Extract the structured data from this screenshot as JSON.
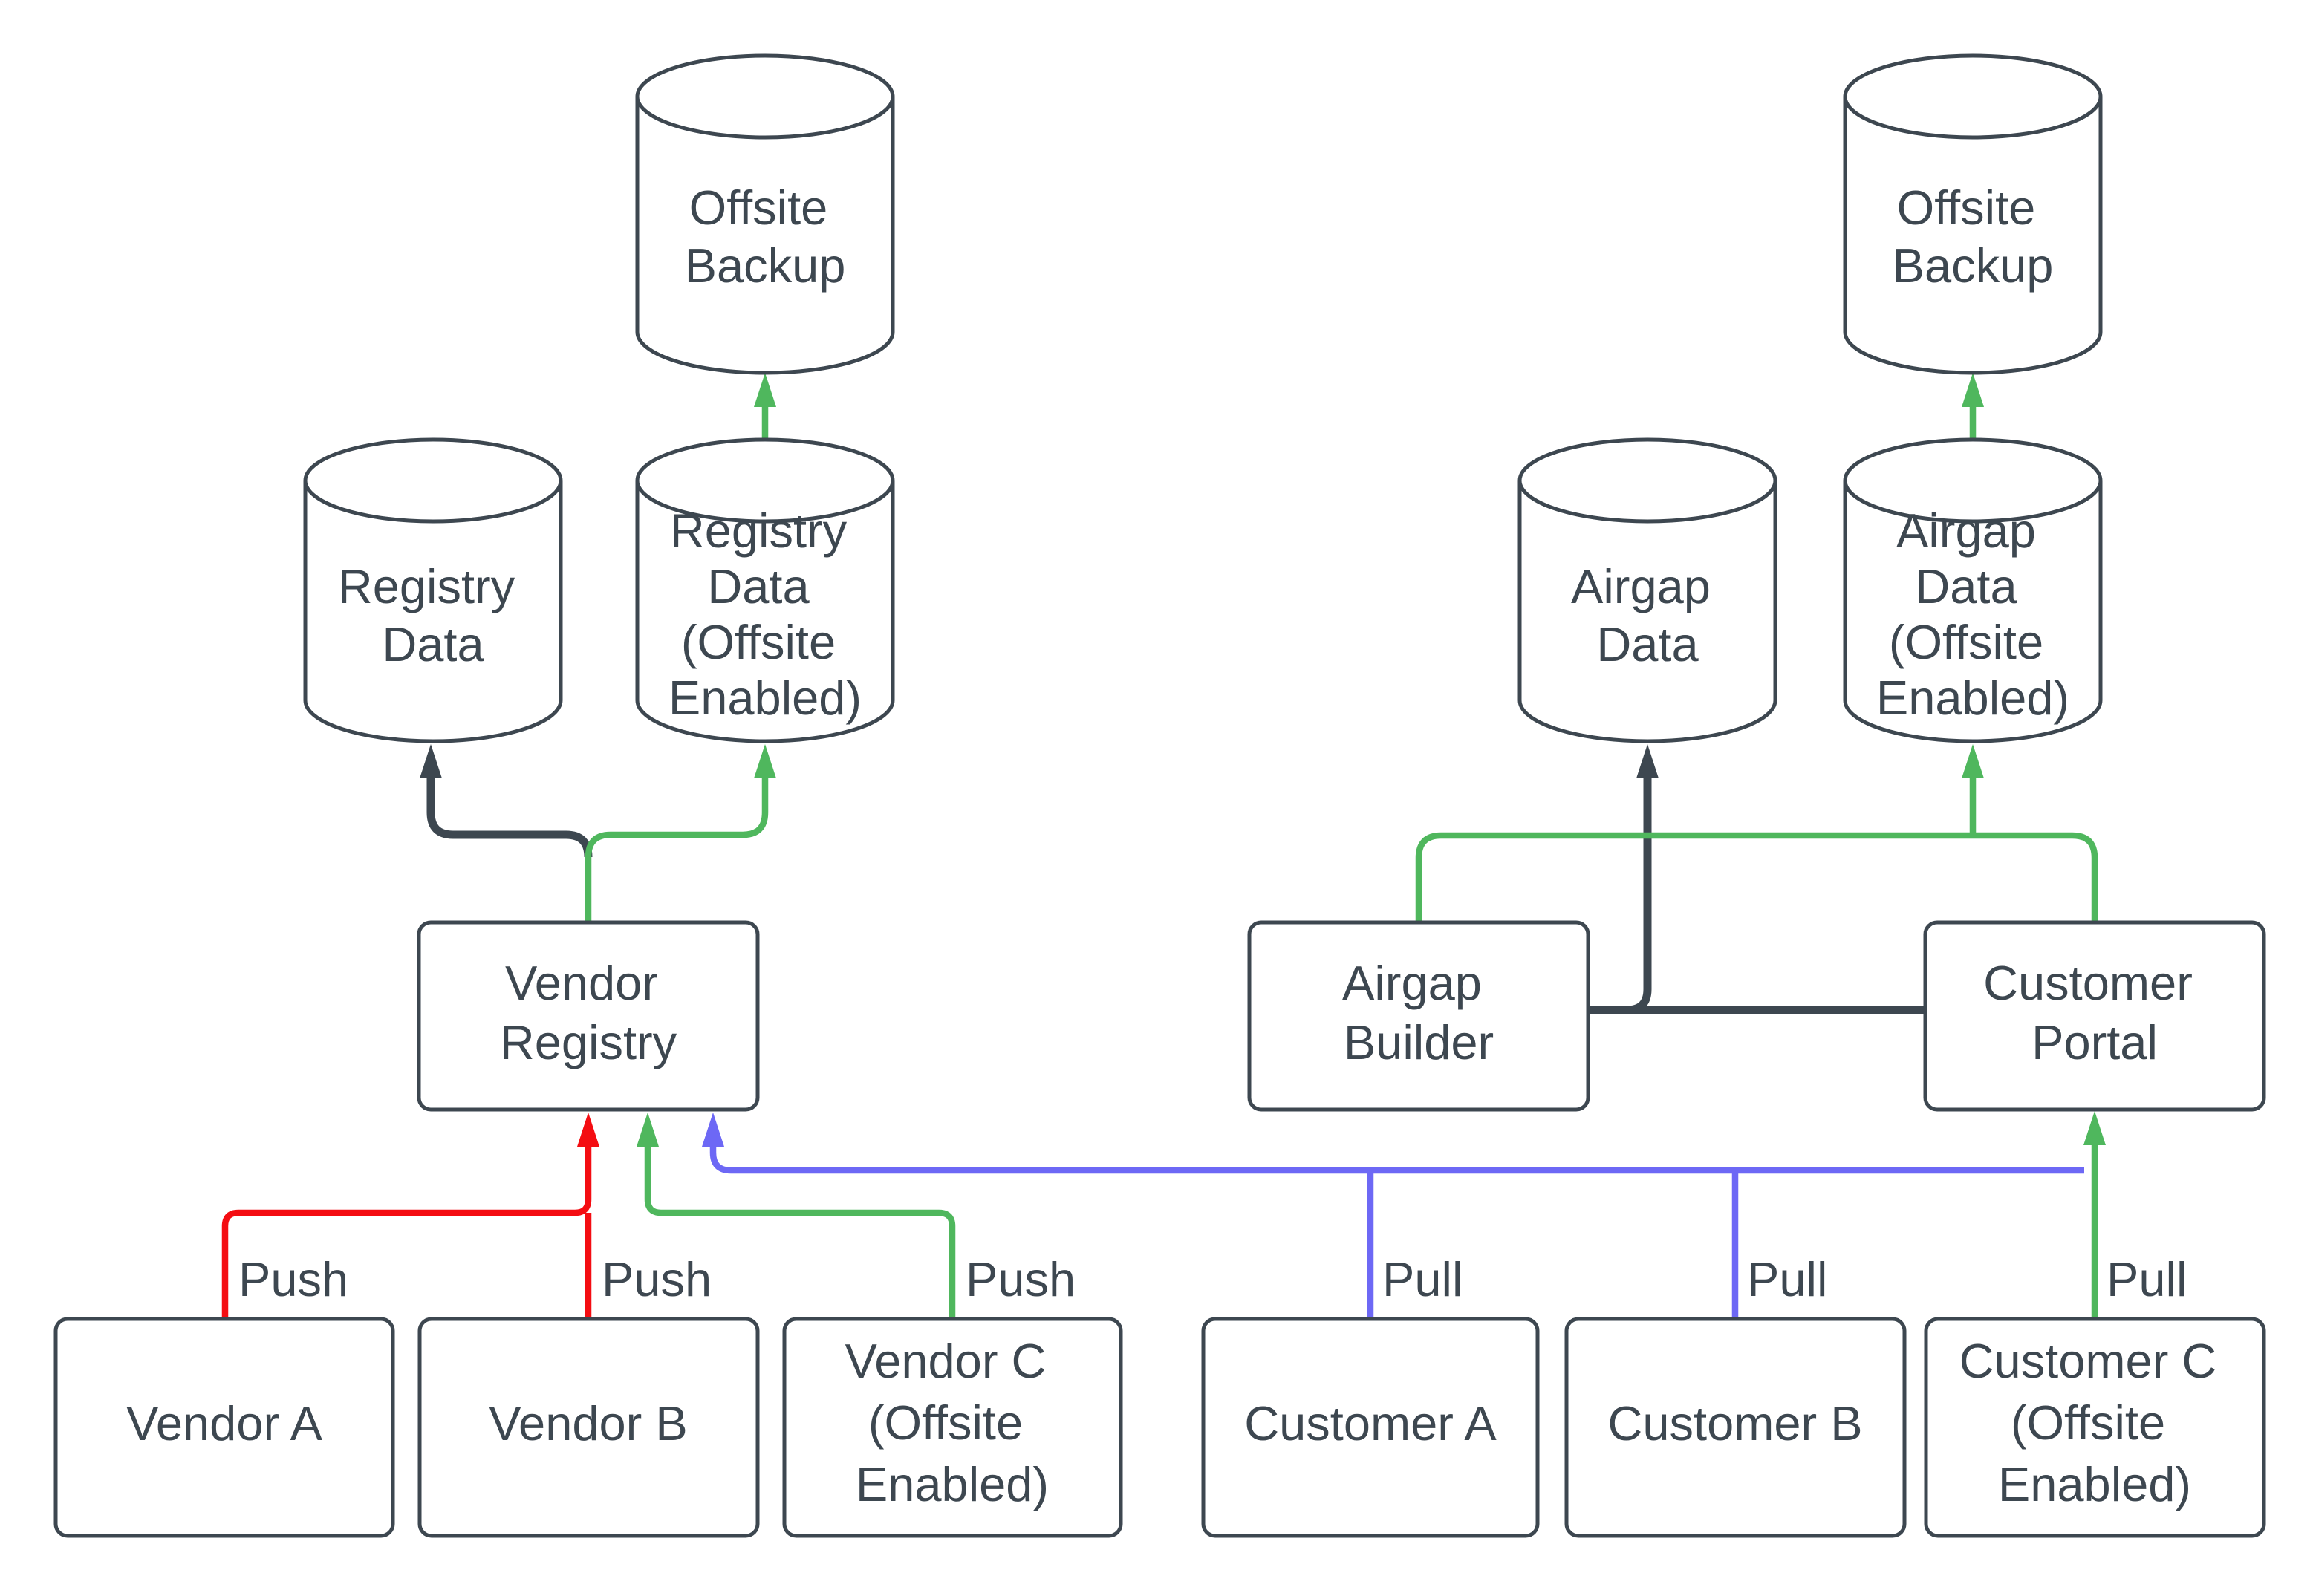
{
  "colors": {
    "background": "#ffffff",
    "node_fill": "#ffffff",
    "node_stroke": "#3d4750",
    "text": "#3d4750",
    "dark": "#3d4750",
    "red": "#f40d12",
    "green": "#4fb75d",
    "blue": "#6d68f5"
  },
  "nodes": {
    "offsite_backup_left": {
      "type": "database-cylinder",
      "lines": [
        "Offsite",
        "Backup"
      ]
    },
    "registry_data": {
      "type": "database-cylinder",
      "lines": [
        "Registry",
        "Data"
      ]
    },
    "registry_data_offsite": {
      "type": "database-cylinder",
      "lines": [
        "Registry",
        "Data",
        "(Offsite",
        "Enabled)"
      ]
    },
    "vendor_registry": {
      "type": "process-box",
      "lines": [
        "Vendor",
        "Registry"
      ]
    },
    "vendor_a": {
      "type": "process-box",
      "lines": [
        "Vendor A"
      ]
    },
    "vendor_b": {
      "type": "process-box",
      "lines": [
        "Vendor B"
      ]
    },
    "vendor_c": {
      "type": "process-box",
      "lines": [
        "Vendor C",
        "(Offsite",
        "Enabled)"
      ]
    },
    "offsite_backup_right": {
      "type": "database-cylinder",
      "lines": [
        "Offsite",
        "Backup"
      ]
    },
    "airgap_data": {
      "type": "database-cylinder",
      "lines": [
        "Airgap",
        "Data"
      ]
    },
    "airgap_data_offsite": {
      "type": "database-cylinder",
      "lines": [
        "Airgap",
        "Data",
        "(Offsite",
        "Enabled)"
      ]
    },
    "airgap_builder": {
      "type": "process-box",
      "lines": [
        "Airgap",
        "Builder"
      ]
    },
    "customer_portal": {
      "type": "process-box",
      "lines": [
        "Customer",
        "Portal"
      ]
    },
    "customer_a": {
      "type": "process-box",
      "lines": [
        "Customer A"
      ]
    },
    "customer_b": {
      "type": "process-box",
      "lines": [
        "Customer B"
      ]
    },
    "customer_c": {
      "type": "process-box",
      "lines": [
        "Customer C",
        "(Offsite",
        "Enabled)"
      ]
    }
  },
  "edges": [
    {
      "id": "vendor-a-push",
      "from": "Vendor A",
      "to": "Vendor Registry",
      "label": "Push",
      "color": "red"
    },
    {
      "id": "vendor-b-push",
      "from": "Vendor B",
      "to": "Vendor Registry",
      "label": "Push",
      "color": "red"
    },
    {
      "id": "vendor-c-push",
      "from": "Vendor C (Offsite Enabled)",
      "to": "Vendor Registry",
      "label": "Push",
      "color": "green"
    },
    {
      "id": "customer-a-pull",
      "from": "Customer A",
      "to": "Vendor Registry",
      "label": "Pull",
      "color": "blue"
    },
    {
      "id": "customer-b-pull",
      "from": "Customer B",
      "to": "Vendor Registry",
      "label": "Pull",
      "color": "blue"
    },
    {
      "id": "customer-c-pull",
      "from": "Customer C (Offsite Enabled)",
      "to": "Customer Portal",
      "label": "Pull",
      "color": "green"
    },
    {
      "id": "registry-to-registry-data",
      "from": "Vendor Registry",
      "to": "Registry Data",
      "label": "",
      "color": "dark"
    },
    {
      "id": "registry-to-registry-data-offsite",
      "from": "Vendor Registry",
      "to": "Registry Data (Offsite Enabled)",
      "label": "",
      "color": "green"
    },
    {
      "id": "registry-data-offsite-to-offsite-backup",
      "from": "Registry Data (Offsite Enabled)",
      "to": "Offsite Backup",
      "label": "",
      "color": "green"
    },
    {
      "id": "builder-portal-to-airgap-data",
      "from": "Airgap Builder / Customer Portal",
      "to": "Airgap Data",
      "label": "",
      "color": "dark"
    },
    {
      "id": "builder-to-portal-offsite-sync",
      "from": "Airgap Builder",
      "to": "Customer Portal / Airgap Data (Offsite Enabled)",
      "label": "",
      "color": "green"
    },
    {
      "id": "airgap-data-offsite-to-offsite-backup",
      "from": "Airgap Data (Offsite Enabled)",
      "to": "Offsite Backup",
      "label": "",
      "color": "green"
    }
  ]
}
